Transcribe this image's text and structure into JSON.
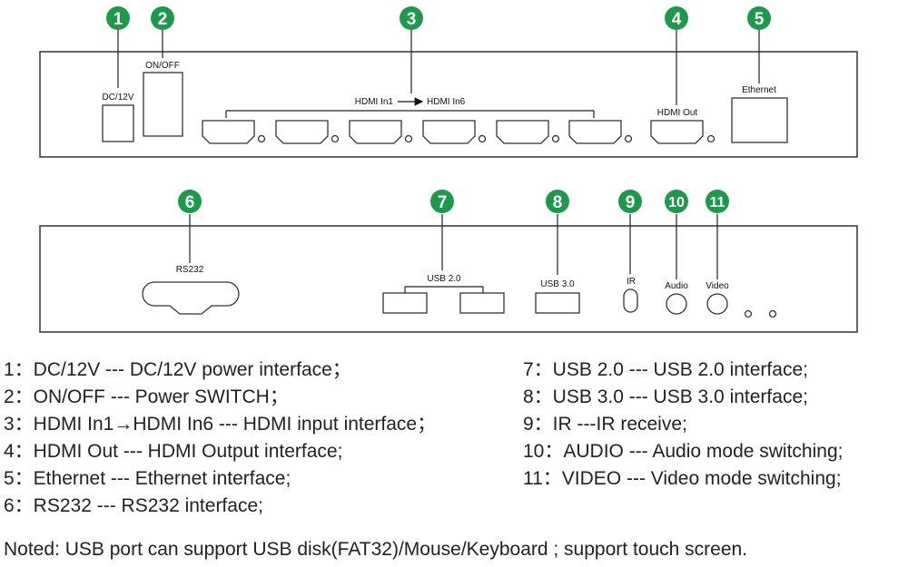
{
  "front_panel": {
    "labels": {
      "dc": "DC/12V",
      "switch": "ON/OFF",
      "hdmi_in": "HDMI In1",
      "hdmi_in_end": "HDMI In6",
      "hdmi_out": "HDMI Out",
      "ethernet": "Ethernet"
    },
    "badges": [
      "1",
      "2",
      "3",
      "4",
      "5"
    ]
  },
  "rear_panel": {
    "labels": {
      "rs232": "RS232",
      "usb2": "USB 2.0",
      "usb3": "USB 3.0",
      "ir": "IR",
      "audio": "Audio",
      "video": "Video"
    },
    "badges": [
      "6",
      "7",
      "8",
      "9",
      "10",
      "11"
    ]
  },
  "colors": {
    "badge": "#1c9a4a",
    "outline": "#333333"
  },
  "legend": {
    "left": [
      "1：DC/12V --- DC/12V power interface；",
      "2：ON/OFF --- Power SWITCH；",
      "3：HDMI In1→HDMI In6 --- HDMI input interface；",
      "4：HDMI Out --- HDMI Output interface;",
      "5：Ethernet --- Ethernet interface;",
      "6：RS232 --- RS232 interface;"
    ],
    "right": [
      "7：USB 2.0 --- USB 2.0 interface;",
      "8：USB 3.0 --- USB 3.0 interface;",
      "9：IR ---IR receive;",
      "10：AUDIO --- Audio mode switching;",
      "11：VIDEO --- Video mode switching;"
    ]
  },
  "note": "Noted: USB port can support USB disk(FAT32)/Mouse/Keyboard ; support touch screen."
}
